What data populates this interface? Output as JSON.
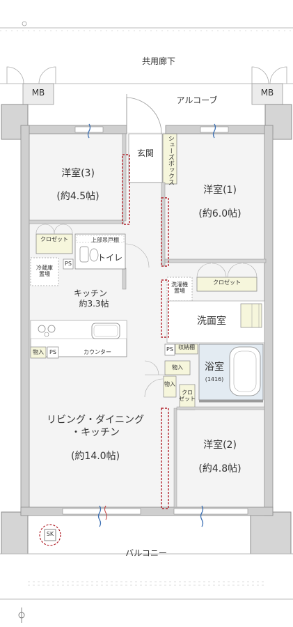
{
  "labels": {
    "corridor": "共用廊下",
    "alcove": "アルコーブ",
    "mb_left": "MB",
    "mb_right": "MB",
    "entrance": "玄関",
    "shoe_box": "シューズボックス",
    "room3_name": "洋室(3)",
    "room3_size": "(約4.5帖)",
    "room1_name": "洋室(1)",
    "room1_size": "(約6.0帖)",
    "closet_a": "クロゼット",
    "upper_cabinet": "上部吊戸棚",
    "toilet": "トイレ",
    "ps_1": "PS",
    "fridge": "冷蔵庫\n置場",
    "washer": "洗濯機\n置場",
    "closet_b": "クロゼット",
    "kitchen_name": "キッチン",
    "kitchen_size": "約3.3帖",
    "washroom": "洗面室",
    "counter": "カウンター",
    "storage_1": "物入",
    "ps_2": "PS",
    "ps_3": "PS",
    "storage_shelf": "収納棚",
    "storage_2": "物入",
    "storage_3": "物入",
    "bathroom": "浴室",
    "bath_size": "(1416)",
    "closet_c": "クロ\nゼット",
    "ldk_name_1": "リビング・ダイニング",
    "ldk_name_2": "・キッチン",
    "ldk_size": "(約14.0帖)",
    "room2_name": "洋室(2)",
    "room2_size": "(約4.8帖)",
    "sk": "SK",
    "balcony": "バルコニー"
  },
  "icons": {
    "north": "north-arrow-icon",
    "door": "door-swing-icon",
    "window": "window-icon"
  },
  "colors": {
    "wall": "#cfcfcf",
    "wall_dark": "#a9a9a9",
    "floor": "#f4f4f4",
    "storage": "#f6f6dc",
    "bath": "#e3ebf2",
    "red_dash": "#b2222b",
    "blue_window": "#3b6fb3"
  }
}
